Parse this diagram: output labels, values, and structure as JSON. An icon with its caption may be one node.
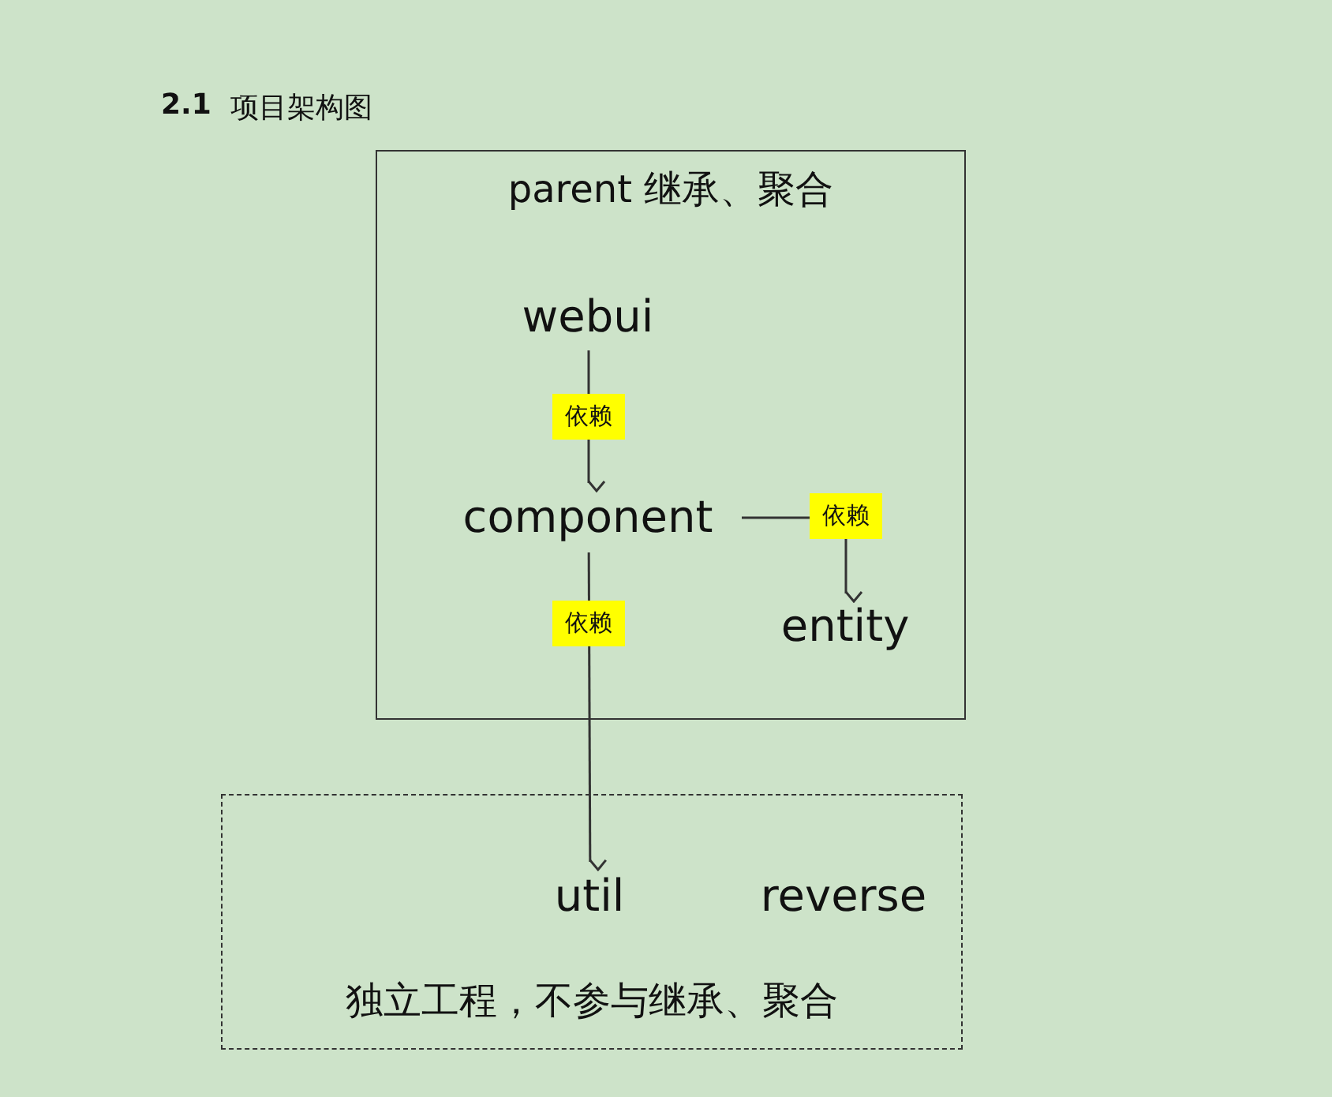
{
  "diagram": {
    "title": "2.1 项目架构图",
    "nodes": [
      {
        "text": [
          "parent 继承、聚合"
        ]
      },
      {
        "text": [
          "webui"
        ],
        "in": 0
      },
      {
        "text": [
          "component"
        ],
        "in": 0
      },
      {
        "text": [
          "entity"
        ],
        "in": 0
      },
      {
        "text": [
          "独立工程，不参与继承、聚合"
        ]
      },
      {
        "text": [
          "util"
        ],
        "in": 4
      },
      {
        "text": [
          "reverse"
        ],
        "in": 4
      }
    ],
    "edges": [
      {
        "from": 1,
        "to": 2,
        "arrow": "to",
        "label": "依赖"
      },
      {
        "from": 2,
        "to": 3,
        "arrow": "to",
        "label": "依赖"
      },
      {
        "from": 2,
        "to": 5,
        "arrow": "to",
        "label": "依赖"
      }
    ]
  }
}
